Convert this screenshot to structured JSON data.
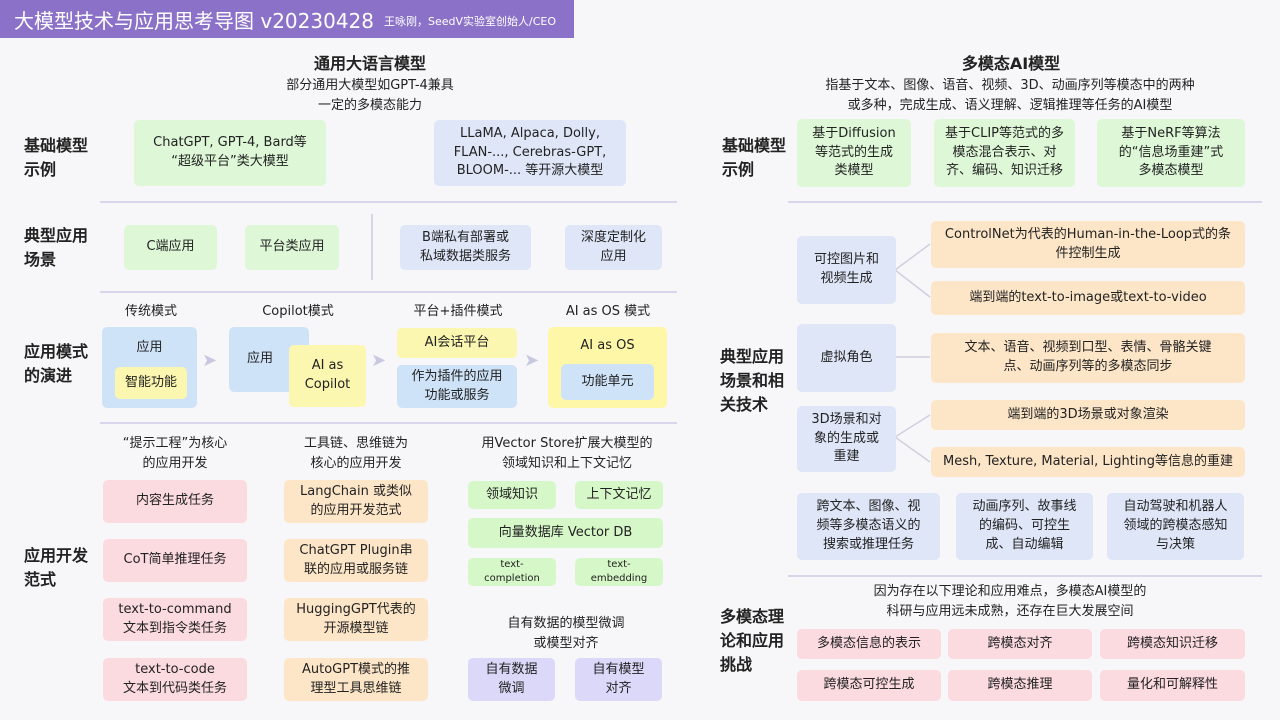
{
  "banner": {
    "title": "大模型技术与应用思考导图 v20230428",
    "author": "王咏刚，SeedV实验室创始人/CEO"
  },
  "left": {
    "title": "通用大语言模型",
    "subtitle": "部分通用大模型如GPT-4兼具\n一定的多模态能力",
    "rows": {
      "r1": "基础模型\n示例",
      "r2": "典型应用\n场景",
      "r3": "应用模式\n的演进",
      "r4": "应用开发\n范式"
    },
    "r1": {
      "box1": "ChatGPT, GPT-4, Bard等\n“超级平台”类大模型",
      "box2": "LLaMA, Alpaca, Dolly,\nFLAN-..., Cerebras-GPT,\nBLOOM-... 等开源大模型"
    },
    "r2": {
      "c": "C端应用",
      "platform": "平台类应用",
      "b": "B端私有部署或\n私域数据类服务",
      "custom": "深度定制化\n应用"
    },
    "r3": {
      "m1": {
        "label": "传统模式",
        "app": "应用",
        "func": "智能功能"
      },
      "m2": {
        "label": "Copilot模式",
        "app": "应用",
        "copilot": "AI as\nCopilot"
      },
      "m3": {
        "label": "平台+插件模式",
        "platform": "AI会话平台",
        "plugin": "作为插件的应用\n功能或服务"
      },
      "m4": {
        "label": "AI as OS 模式",
        "os": "AI as OS",
        "unit": "功能单元"
      }
    },
    "r4": {
      "col1": {
        "head": "“提示工程”为核心\n的应用开发",
        "items": [
          "内容生成任务",
          "CoT简单推理任务",
          "text-to-command\n文本到指令类任务",
          "text-to-code\n文本到代码类任务"
        ]
      },
      "col2": {
        "head": "工具链、思维链为\n核心的应用开发",
        "items": [
          "LangChain 或类似\n的应用开发范式",
          "ChatGPT Plugin串\n联的应用或服务链",
          "HuggingGPT代表的\n开源模型链",
          "AutoGPT模式的推\n理型工具思维链"
        ]
      },
      "col3": {
        "head": "用Vector Store扩展大模型的\n领域知识和上下文记忆",
        "domain": "领域知识",
        "context": "上下文记忆",
        "vdb": "向量数据库 Vector DB",
        "tc": "text-completion",
        "te": "text-embedding",
        "head2": "自有数据的模型微调\n或模型对齐",
        "ft": "自有数据\n微调",
        "align": "自有模型\n对齐"
      }
    }
  },
  "right": {
    "title": "多模态AI模型",
    "subtitle": "指基于文本、图像、语音、视频、3D、动画序列等模态中的两种\n或多种，完成生成、语义理解、逻辑推理等任务的AI模型",
    "rows": {
      "r1": "基础模型\n示例",
      "r2": "典型应用\n场景和相\n关技术",
      "r3": "多模态理\n论和应用\n挑战"
    },
    "r1": {
      "a": "基于Diffusion\n等范式的生成\n类模型",
      "b": "基于CLIP等范式的多\n模态混合表示、对\n齐、编码、知识迁移",
      "c": "基于NeRF等算法\n的“信息场重建”式\n多模态模型"
    },
    "r2": {
      "img": "可控图片和\n视频生成",
      "cn": "ControlNet为代表的Human-in-the-Loop式的条\n件控制生成",
      "t2i": "端到端的text-to-image或text-to-video",
      "avatar": "虚拟角色",
      "sync": "文本、语音、视频到口型、表情、骨骼关键\n点、动画序列等的多模态同步",
      "scene": "3D场景和对\n象的生成或\n重建",
      "render": "端到端的3D场景或对象渲染",
      "mesh": "Mesh, Texture, Material, Lighting等信息的重建",
      "search": "跨文本、图像、视\n频等多模态语义的\n搜索或推理任务",
      "anim": "动画序列、故事线\n的编码、可控生\n成、自动编辑",
      "auto": "自动驾驶和机器人\n领域的跨模态感知\n与决策"
    },
    "r3": {
      "intro": "因为存在以下理论和应用难点，多模态AI模型的\n科研与应用远未成熟，还存在巨大发展空间",
      "items": [
        "多模态信息的表示",
        "跨模态对齐",
        "跨模态知识迁移",
        "跨模态可控生成",
        "跨模态推理",
        "量化和可解释性"
      ]
    }
  }
}
